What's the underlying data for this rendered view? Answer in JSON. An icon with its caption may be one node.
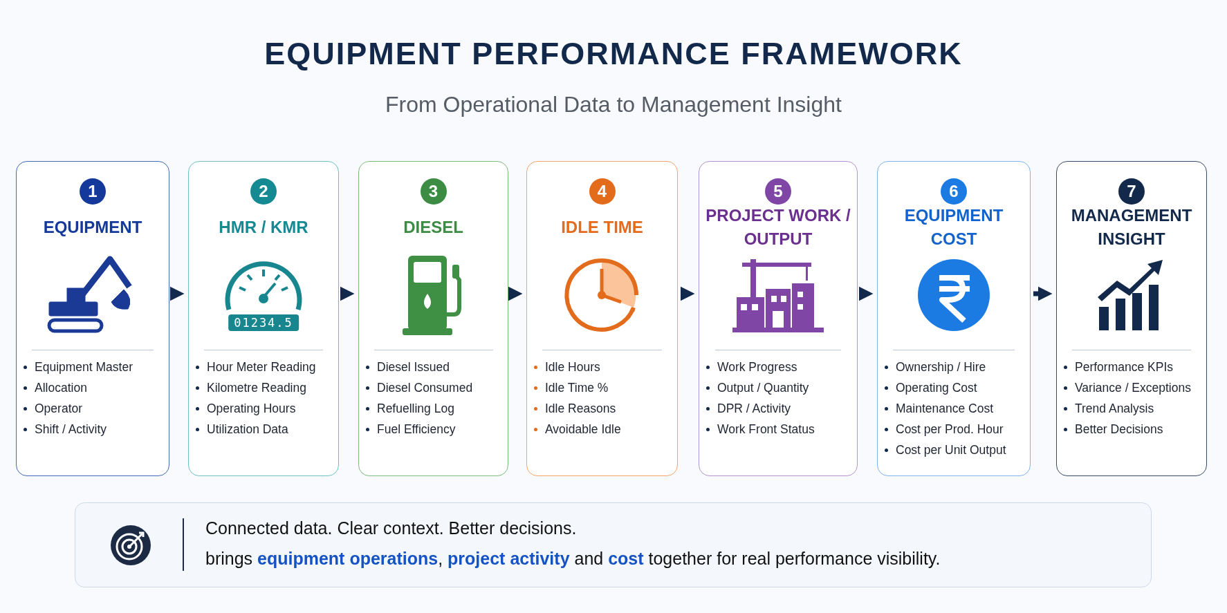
{
  "diagram": {
    "title": "EQUIPMENT PERFORMANCE FRAMEWORK",
    "caption": "From Operational Data to Management Insight",
    "nodes": [
      {
        "text": [
          "1",
          "EQUIPMENT",
          "Equipment Master",
          "Allocation",
          "Operator",
          "Shift / Activity"
        ]
      },
      {
        "text": [
          "2",
          "HMR / KMR",
          "Hour Meter Reading",
          "Kilometre Reading",
          "Operating Hours",
          "Utilization Data"
        ]
      },
      {
        "text": [
          "3",
          "DIESEL",
          "Diesel Issued",
          "Diesel Consumed",
          "Refuelling Log",
          "Fuel Efficiency"
        ]
      },
      {
        "text": [
          "4",
          "IDLE TIME",
          "Idle Hours",
          "Idle Time %",
          "Idle Reasons",
          "Avoidable Idle"
        ]
      },
      {
        "text": [
          "5",
          "PROJECT WORK / OUTPUT",
          "Work Progress",
          "Output / Quantity",
          "DPR / Activity",
          "Work Front Status"
        ]
      },
      {
        "text": [
          "6",
          "EQUIPMENT COST",
          "Ownership / Hire",
          "Operating Cost",
          "Maintenance Cost",
          "Cost per Prod. Hour",
          "Cost per Unit Output"
        ]
      },
      {
        "text": [
          "7",
          "MANAGEMENT INSIGHT",
          "Performance KPIs",
          "Variance / Exceptions",
          "Trend Analysis",
          "Better Decisions"
        ]
      },
      {
        "text": [
          "Connected data. Clear context. Better decisions.",
          "brings **equipment operations**, **project activity** and **cost** together for real performance visibility."
        ]
      }
    ],
    "edges": [
      {
        "from": 0,
        "to": 1,
        "arrow": "to"
      },
      {
        "from": 1,
        "to": 2,
        "arrow": "to"
      },
      {
        "from": 2,
        "to": 3,
        "arrow": "to"
      },
      {
        "from": 3,
        "to": 4,
        "arrow": "to"
      },
      {
        "from": 4,
        "to": 5,
        "arrow": "to"
      },
      {
        "from": 5,
        "to": 6,
        "arrow": "to"
      }
    ],
    "labels": [
      "01234.5"
    ]
  }
}
